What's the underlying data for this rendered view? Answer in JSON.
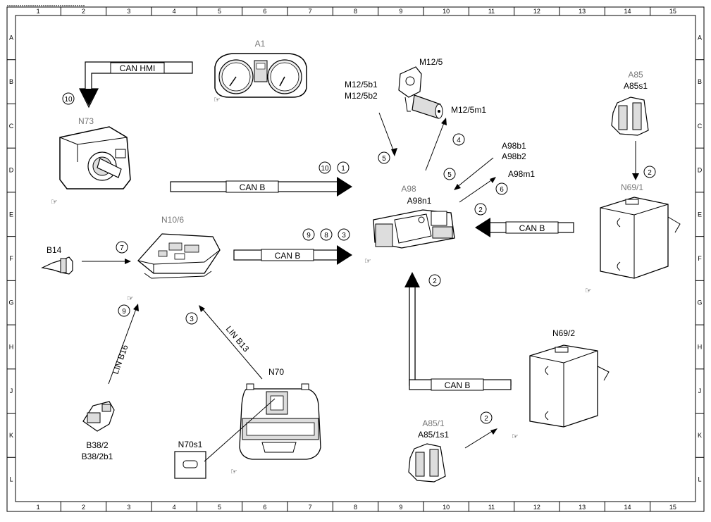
{
  "grid": {
    "columns": [
      "1",
      "2",
      "3",
      "4",
      "5",
      "6",
      "7",
      "8",
      "9",
      "10",
      "11",
      "12",
      "13",
      "14",
      "15"
    ],
    "rows": [
      "A",
      "B",
      "C",
      "D",
      "E",
      "F",
      "G",
      "H",
      "J",
      "K",
      "L"
    ]
  },
  "components": {
    "a1": "A1",
    "n73": "N73",
    "m12_5": "M12/5",
    "m12_5b1": "M12/5b1",
    "m12_5b2": "M12/5b2",
    "m12_5m1": "M12/5m1",
    "a85": "A85",
    "a85s1": "A85s1",
    "a98b1": "A98b1",
    "a98b2": "A98b2",
    "a98m1": "A98m1",
    "a98": "A98",
    "a98n1": "A98n1",
    "n69_1": "N69/1",
    "n10_6": "N10/6",
    "b14": "B14",
    "n69_2": "N69/2",
    "n70": "N70",
    "n70s1": "N70s1",
    "b38_2": "B38/2",
    "b38_2b1": "B38/2b1",
    "a85_1": "A85/1",
    "a85_1s1": "A85/1s1"
  },
  "buses": {
    "can_hmi": "CAN HMI",
    "can_b_top": "CAN B",
    "can_b_mid": "CAN B",
    "can_b_right": "CAN B",
    "can_b_bottom": "CAN B",
    "lin_b16": "LIN B16",
    "lin_b13": "LIN B13"
  },
  "steps": {
    "s10a": "10",
    "s10b": "10",
    "s1": "1",
    "s5a": "5",
    "s4": "4",
    "s5b": "5",
    "s6": "6",
    "s2a": "2",
    "s2b": "2",
    "s9a": "9",
    "s8": "8",
    "s3a": "3",
    "s7": "7",
    "s2c": "2",
    "s9b": "9",
    "s3b": "3",
    "s2d": "2"
  }
}
